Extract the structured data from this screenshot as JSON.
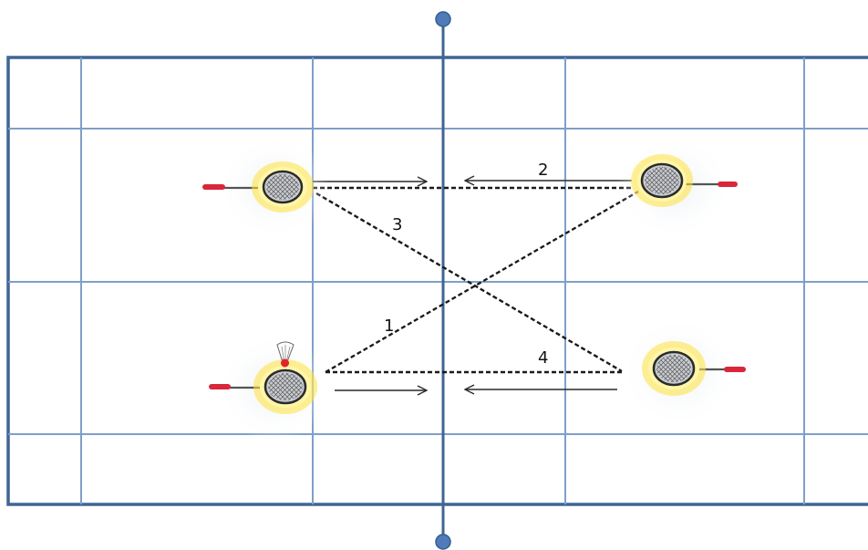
{
  "diagram": {
    "drill_labels": [
      "1",
      "2",
      "3",
      "4"
    ],
    "colors": {
      "court_lines": "#7e9fc9",
      "court_border": "#3f6594",
      "net_post": "#4f7bb8",
      "dashed_path": "#1a1a1a",
      "racket_glow": "#ffe13a",
      "racket_handle": "#d8273a",
      "shuttlecock_cork": "#e0242b"
    },
    "icons": {
      "player": "badminton-racket-icon",
      "shuttle": "shuttlecock-icon"
    }
  }
}
